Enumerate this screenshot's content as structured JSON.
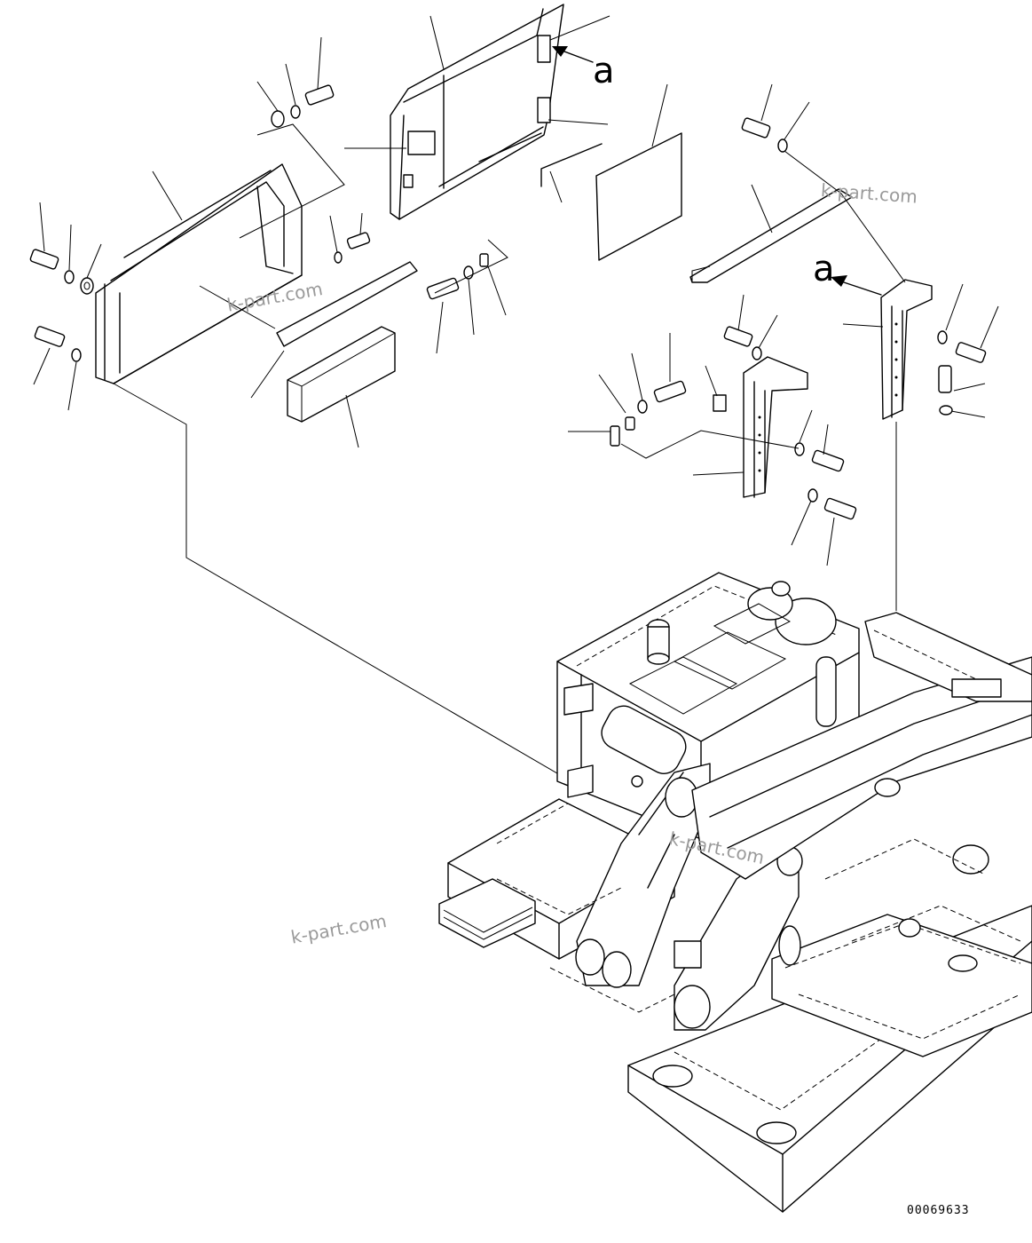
{
  "diagram": {
    "drawing_number": "00069633",
    "view_callouts": [
      "a",
      "a"
    ],
    "watermarks": [
      "k-part.com",
      "k-part.com",
      "k-part.com",
      "k-part.com"
    ]
  }
}
